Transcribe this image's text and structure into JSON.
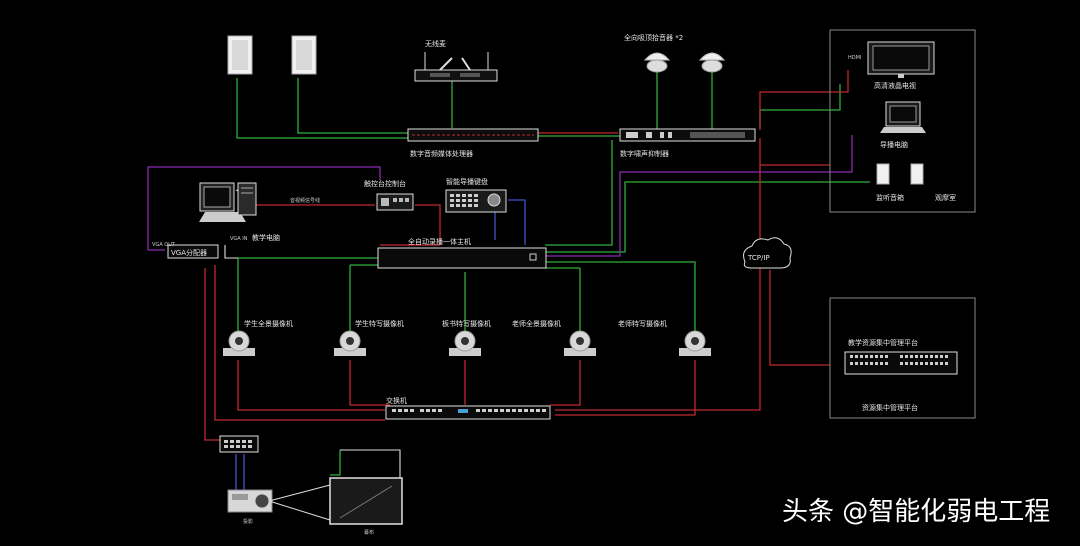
{
  "labels": {
    "microphone": "无线麦",
    "ceiling_speaker": "全向吸顶拾音器 *2",
    "audio_processor": "数字音频媒体处理器",
    "feedback_suppressor": "数字啸声抑制器",
    "touch_panel": "触控台控制台",
    "control_keyboard": "智能导播键盘",
    "teacher_pc": "教学电脑",
    "vga_splitter": "VGA分配器",
    "recording_host": "全自动录播一体主机",
    "cam1": "学生全景摄像机",
    "cam2": "学生特写摄像机",
    "cam3": "板书特写摄像机",
    "cam4": "老师全景摄像机",
    "cam5": "老师特写摄像机",
    "switch": "交换机",
    "tcpip": "TCP/IP",
    "hd_tv": "高清液晶电视",
    "pc_monitor": "导播电脑",
    "monitor_speaker": "监听音箱",
    "observation_room": "观摩室",
    "resource_platform_title": "教学资源集中管理平台",
    "resource_platform_caption": "资源集中管理平台",
    "pc_cable_label": "音视频信号线",
    "vga_in": "VGA IN",
    "vga_out": "VGA OUT",
    "projector_mark": "投影",
    "screen_mark": "幕布"
  },
  "watermark": "头条 @智能化弱电工程",
  "colors": {
    "green": "#2fae3a",
    "red": "#c0282f",
    "purple": "#8a2ab0",
    "white": "#e8e8e8",
    "blue": "#3a55d0",
    "grey": "#9a9a9a"
  }
}
